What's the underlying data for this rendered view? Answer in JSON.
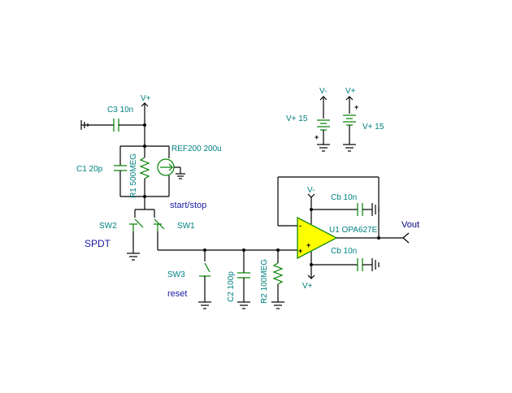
{
  "labels": {
    "c3": "C3 10n",
    "c1": "C1 20p",
    "r1": "R1 500MEG",
    "ref200": "REF200 200u",
    "start_stop": "start/stop",
    "sw2": "SW2",
    "sw1": "SW1",
    "spdt": "SPDT",
    "sw3": "SW3",
    "reset": "reset",
    "c2": "C2 100p",
    "r2": "R2 100MEG",
    "u1": "U1 OPA627E",
    "cb_top": "Cb 10n",
    "cb_bottom": "Cb 10n",
    "vout": "Vout",
    "vplus_top_left": "V+",
    "vminus_supply": "V-",
    "vplus_supply": "V+",
    "v15_left": "V+ 15",
    "v15_right": "V+ 15",
    "vminus_opamp": "V-",
    "vplus_opamp": "V+",
    "plus": "+",
    "minus": "-"
  },
  "colors": {
    "wire": "#000000",
    "component": "#008000",
    "label": "#008080",
    "annotation": "#1a1aa6",
    "opamp_fill": "#ffff00"
  }
}
